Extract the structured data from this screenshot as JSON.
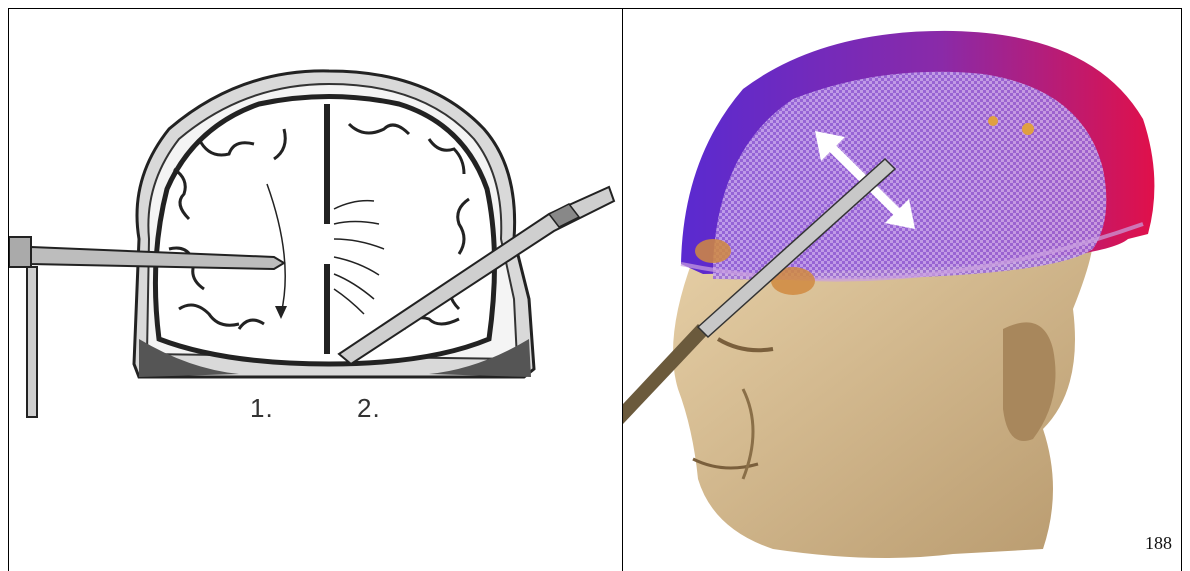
{
  "figure": {
    "left_panel": {
      "label_1": "1.",
      "label_2": "2."
    },
    "page_number": "188"
  },
  "icons": {
    "left_illustration": "brain-coronal-section-engraving",
    "right_illustration": "3d-head-brain-render-with-probe"
  }
}
